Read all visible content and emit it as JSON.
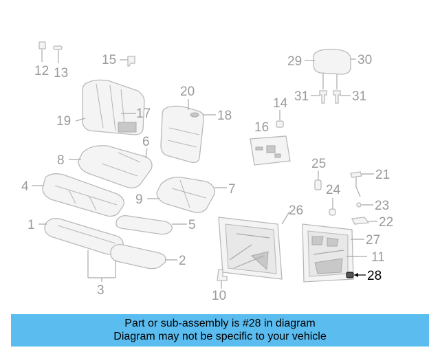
{
  "callouts": [
    "1",
    "2",
    "3",
    "4",
    "5",
    "6",
    "7",
    "8",
    "9",
    "10",
    "11",
    "12",
    "13",
    "14",
    "15",
    "16",
    "17",
    "18",
    "19",
    "20",
    "21",
    "22",
    "23",
    "24",
    "25",
    "26",
    "27",
    "28",
    "29",
    "30",
    "31",
    "31"
  ],
  "highlight": "28",
  "info": {
    "line1": "Part or sub-assembly is #28 in diagram",
    "line2": "Diagram may not be specific to your vehicle"
  },
  "colors": {
    "bar": "#5bbcf0",
    "callout": "#9a9a9a",
    "highlight": "#000000"
  }
}
